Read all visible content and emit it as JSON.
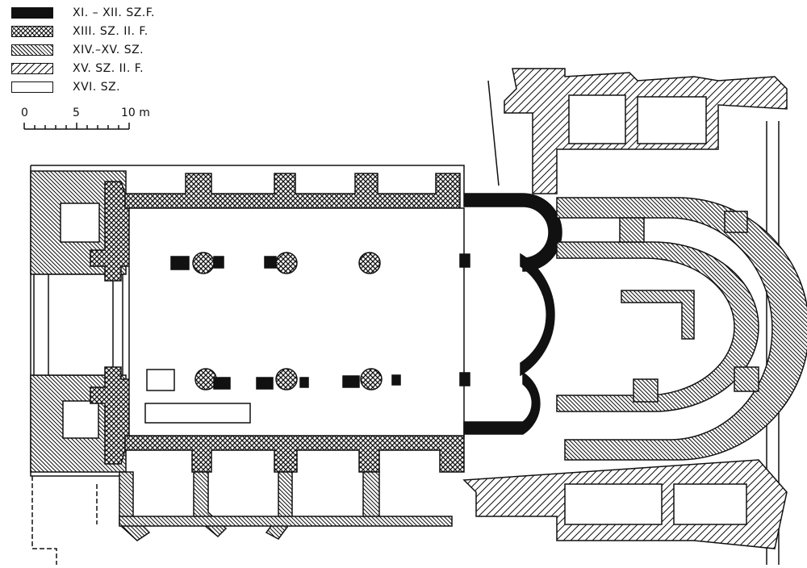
{
  "legend": [
    {
      "label": "XI. – XII. SZ.F.",
      "pattern": "solid-black"
    },
    {
      "label": "XIII. SZ. II. F.",
      "pattern": "crosshatch"
    },
    {
      "label": "XIV.–XV. SZ.",
      "pattern": "dense-diagonal"
    },
    {
      "label": "XV. SZ. II. F.",
      "pattern": "sparse-diagonal"
    },
    {
      "label": "XVI. SZ.",
      "pattern": "blank"
    }
  ],
  "scale": {
    "zero": "0",
    "five": "5",
    "ten": "10 m"
  },
  "colors": {
    "ink": "#111111",
    "paper": "#ffffff"
  }
}
